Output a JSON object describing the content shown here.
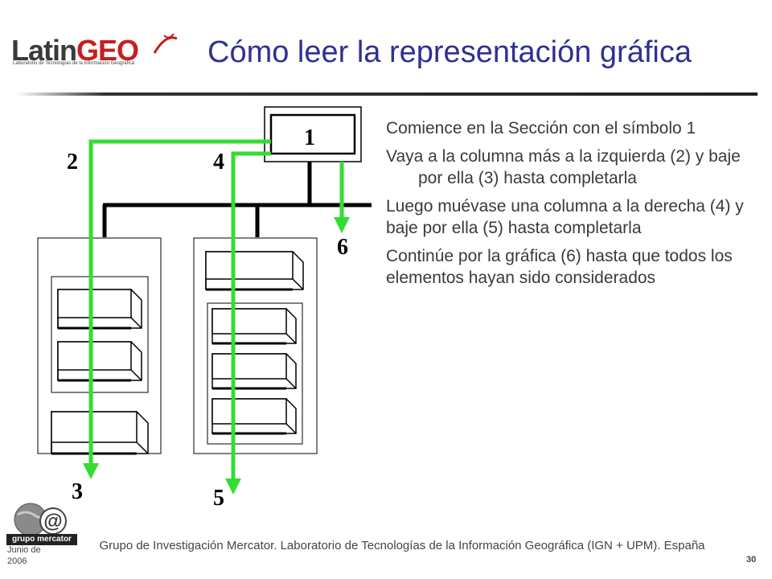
{
  "header": {
    "logo": {
      "part1": "Latin",
      "part2": "GE",
      "part3": "O",
      "subtitle": "Laboratorio de Tecnologías de la Información Geográfica"
    },
    "title": "Cómo leer la representación gráfica"
  },
  "diagram": {
    "labels": {
      "n1": "1",
      "n2": "2",
      "n3": "3",
      "n4": "4",
      "n5": "5",
      "n6": "6"
    },
    "colors": {
      "path": "#33dd33",
      "structure": "#000000"
    }
  },
  "bullets": [
    "Comience en la Sección con el símbolo 1",
    "Vaya a la columna más a la izquierda (2) y baje por ella (3) hasta completarla",
    "Luego muévase una columna a la derecha (4) y baje por ella (5) hasta completarla",
    "Continúe por la gráfica (6) hasta que todos los elementos hayan sido considerados"
  ],
  "footer": {
    "logo_label": "grupo mercator",
    "logo_at": "@",
    "date": "Junio de 2006",
    "text": "Grupo de Investigación Mercator. Laboratorio de Tecnologías de la Información Geográfica (IGN + UPM). España",
    "page_number": "30"
  }
}
